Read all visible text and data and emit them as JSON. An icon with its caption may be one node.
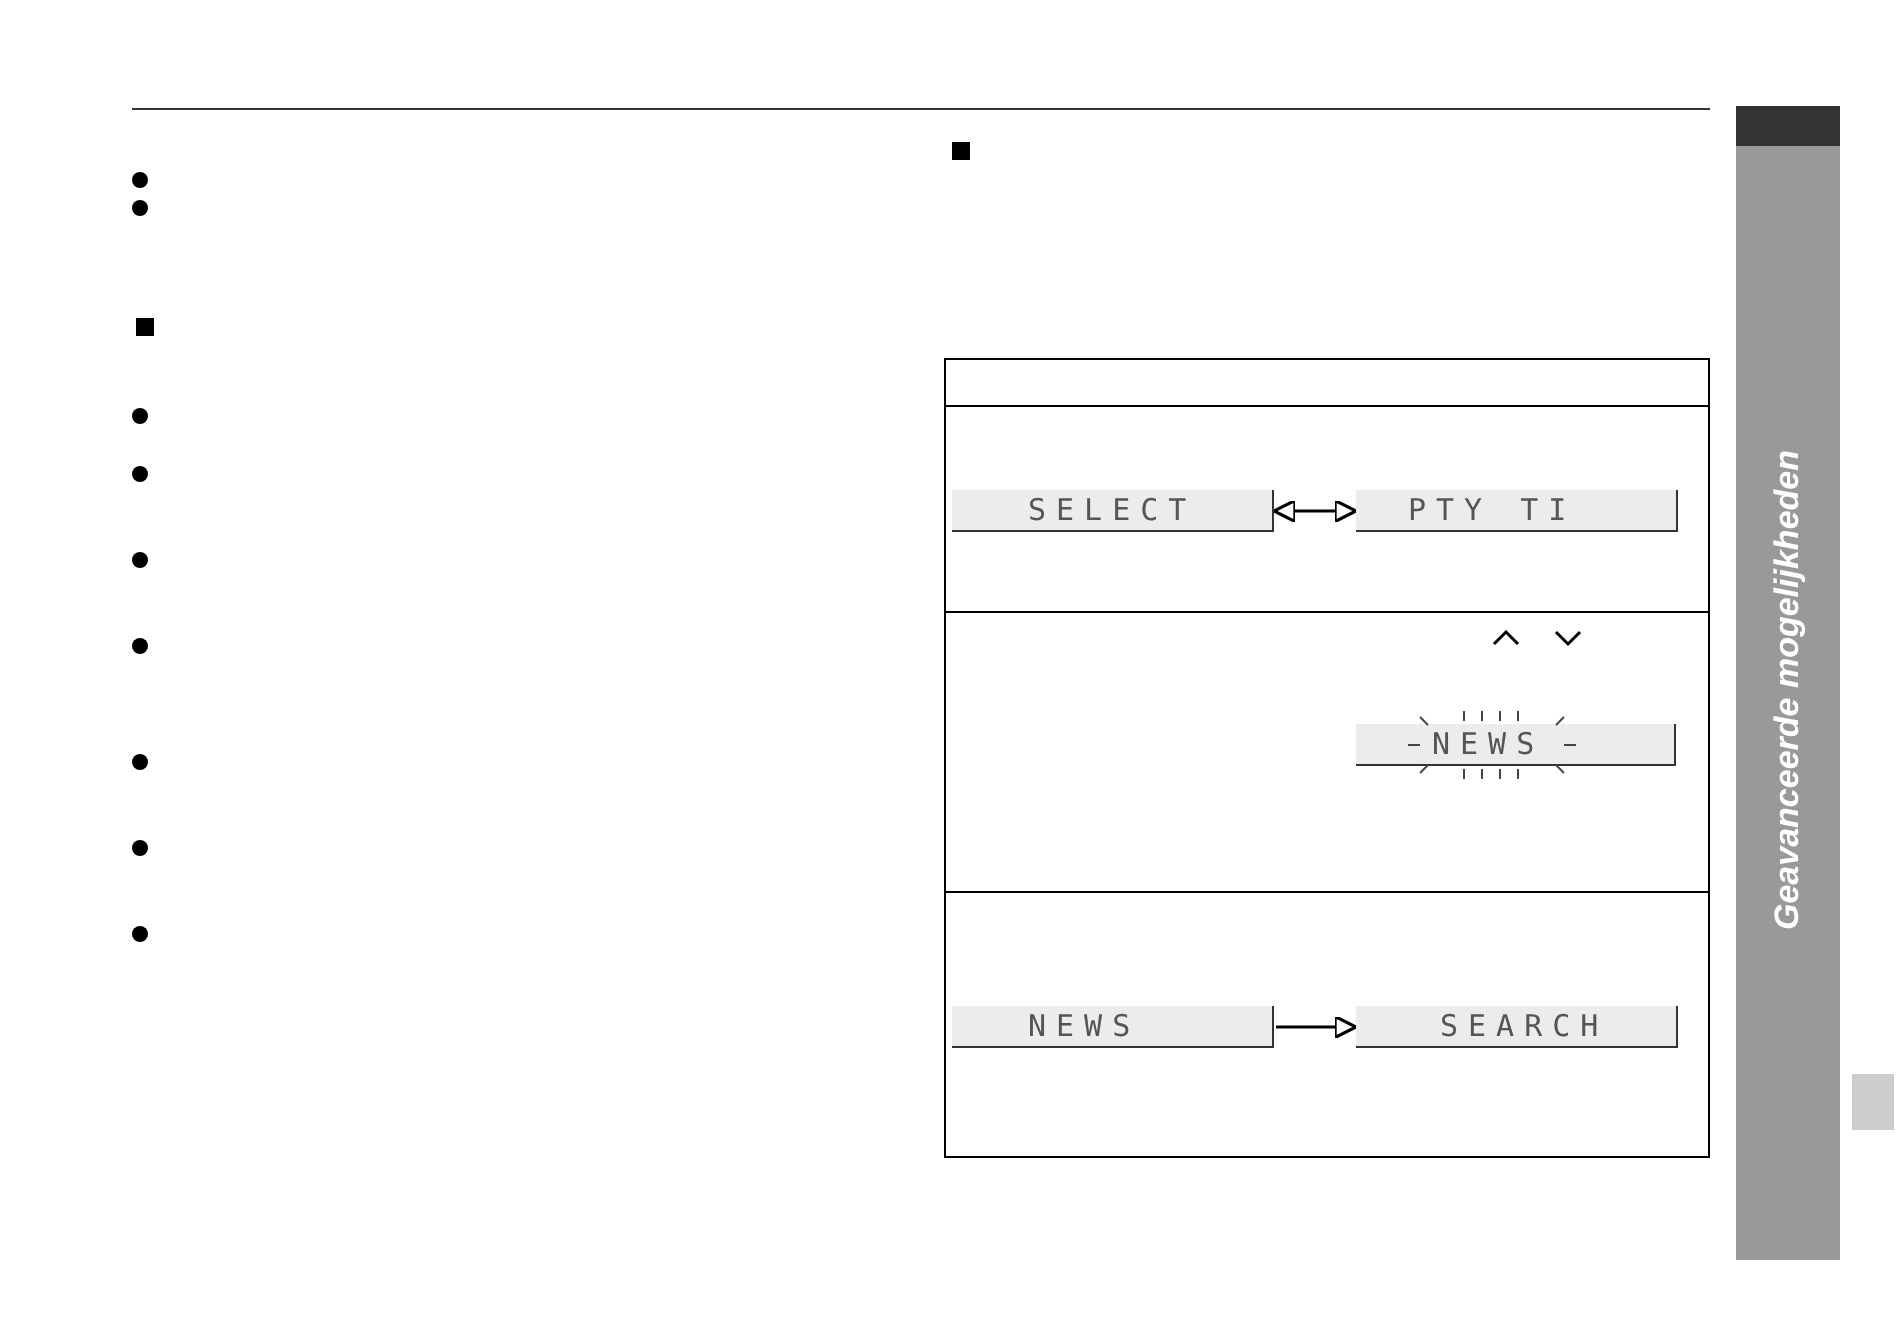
{
  "diagram": {
    "nodes": [
      {
        "text": [
          "SELECT"
        ]
      },
      {
        "text": [
          "PTY TI"
        ]
      },
      {
        "text": [
          "NEWS"
        ]
      },
      {
        "text": [
          "NEWS"
        ]
      },
      {
        "text": [
          "SEARCH"
        ]
      }
    ],
    "edges": [
      {
        "from": 0,
        "to": 1,
        "arrow": "both"
      },
      {
        "from": 3,
        "to": 4,
        "arrow": "to"
      }
    ],
    "labels": [
      "Geavanceerde mogelijkheden"
    ]
  }
}
